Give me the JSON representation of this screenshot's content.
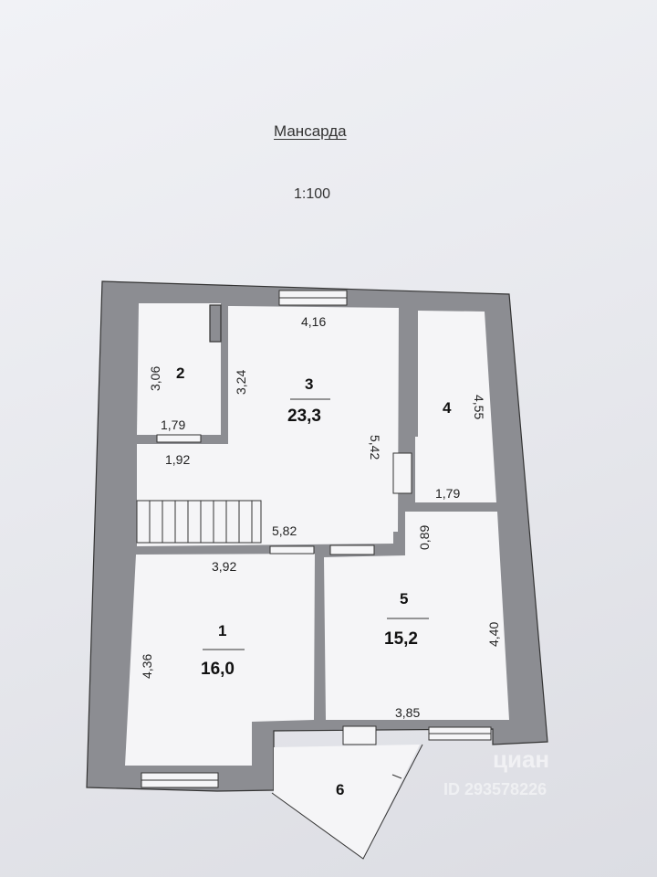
{
  "header": {
    "title": "Мансарда",
    "scale": "1:100"
  },
  "rooms": [
    {
      "number": "1",
      "area": "16,0"
    },
    {
      "number": "2",
      "area": ""
    },
    {
      "number": "3",
      "area": "23,3"
    },
    {
      "number": "4",
      "area": ""
    },
    {
      "number": "5",
      "area": "15,2"
    },
    {
      "number": "6",
      "area": ""
    }
  ],
  "dimensions": {
    "d_416": "4,16",
    "d_306": "3,06",
    "d_324": "3,24",
    "d_542": "5,42",
    "d_455": "4,55",
    "d_179a": "1,79",
    "d_192": "1,92",
    "d_179b": "1,79",
    "d_582": "5,82",
    "d_089": "0,89",
    "d_392": "3,92",
    "d_436": "4,36",
    "d_440": "4,40",
    "d_385": "3,85"
  },
  "watermark": {
    "brand": "циан",
    "id": "ID 293578226"
  },
  "colors": {
    "wall": "#8c8d92",
    "floor": "#f5f5f7"
  }
}
